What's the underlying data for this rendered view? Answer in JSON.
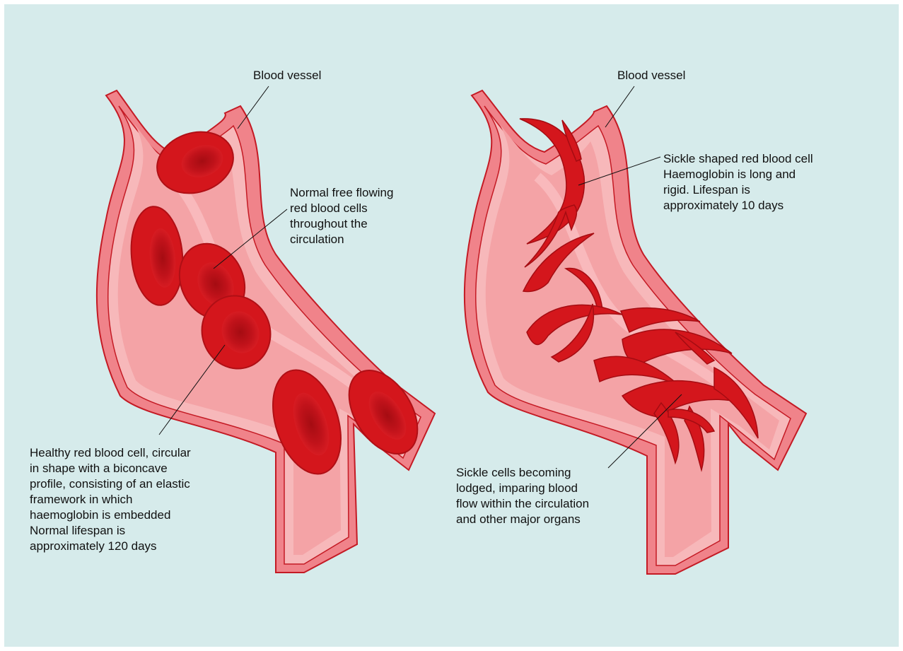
{
  "colors": {
    "background": "#d6ebeb",
    "vessel_outer": "#f0838a",
    "vessel_wall": "#f7b8ba",
    "vessel_lumen": "#f4a3a6",
    "cell_red": "#d4161c",
    "cell_dark": "#a50c12",
    "outline": "#c41a24"
  },
  "left_panel": {
    "vessel_label": "Blood vessel",
    "flow_label": [
      "Normal free flowing",
      "red blood cells",
      "throughout the",
      "circulation"
    ],
    "healthy_cell_label": [
      "Healthy red blood cell, circular",
      "in shape with a biconcave",
      "profile, consisting of an elastic",
      "framework in which",
      "haemoglobin is embedded",
      "Normal lifespan is",
      "approximately 120 days"
    ]
  },
  "right_panel": {
    "vessel_label": "Blood vessel",
    "sickle_cell_label": [
      "Sickle shaped red blood cell",
      "Haemoglobin is long and",
      "rigid.  Lifespan is",
      "approximately 10 days"
    ],
    "lodged_label": [
      "Sickle cells becoming",
      "lodged, imparing blood",
      "flow within the circulation",
      "and other major organs"
    ]
  }
}
